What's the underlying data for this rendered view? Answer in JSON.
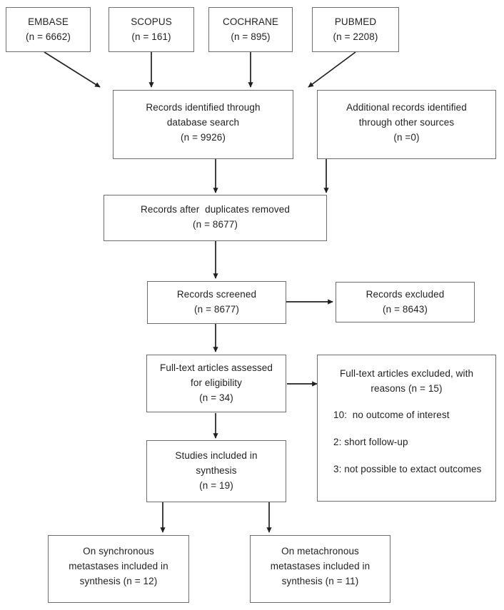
{
  "diagram": {
    "type": "prisma-flow-diagram",
    "background_color": "#ffffff",
    "border_color": "#6d6e71",
    "text_color": "#231f20",
    "sources": [
      {
        "name": "EMBASE",
        "count_label": "(n = 6662)"
      },
      {
        "name": "SCOPUS",
        "count_label": "(n = 161)"
      },
      {
        "name": "COCHRANE",
        "count_label": "(n = 895)"
      },
      {
        "name": "PUBMED",
        "count_label": "(n = 2208)"
      }
    ],
    "identified": {
      "line1": "Records identified through",
      "line2": "database search",
      "count_label": "(n = 9926)"
    },
    "additional": {
      "line1": "Additional records identified",
      "line2": "through other sources",
      "count_label": "(n =0)"
    },
    "duplicates_removed": {
      "line1": "Records after  duplicates removed",
      "count_label": "(n = 8677)"
    },
    "screened": {
      "line1": "Records screened",
      "count_label": "(n = 8677)"
    },
    "records_excluded": {
      "line1": "Records excluded",
      "count_label": "(n = 8643)"
    },
    "eligibility": {
      "line1": "Full-text articles assessed",
      "line2": "for eligibility",
      "count_label": "(n = 34)"
    },
    "fulltext_excluded": {
      "line1": "Full-text articles excluded, with",
      "line2": "reasons (n = 15)",
      "reasons": [
        "10:  no outcome of interest",
        "2: short follow-up",
        "3: not possible to extact outcomes"
      ]
    },
    "included": {
      "line1": "Studies included in",
      "line2": "synthesis",
      "count_label": "(n = 19)"
    },
    "synchronous": {
      "line1": "On synchronous",
      "line2": "metastases included in",
      "line3": "synthesis (n = 12)"
    },
    "metachronous": {
      "line1": "On metachronous",
      "line2": "metastases included in",
      "line3": "synthesis (n = 11)"
    }
  }
}
